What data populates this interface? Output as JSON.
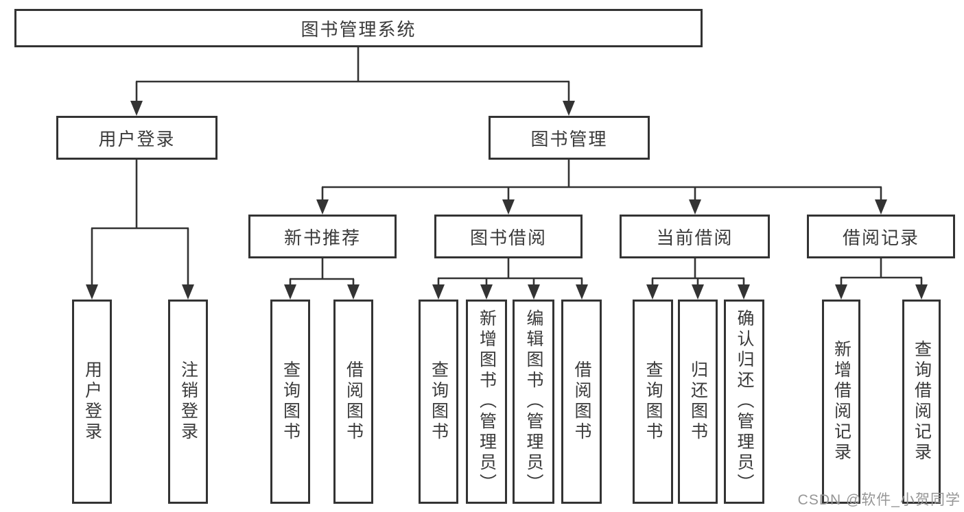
{
  "diagram": {
    "root": {
      "label": "图书管理系统"
    },
    "branches": [
      {
        "label": "用户登录",
        "children": [
          {
            "label": "用户登录"
          },
          {
            "label": "注销登录"
          }
        ]
      },
      {
        "label": "图书管理",
        "children": [
          {
            "label": "新书推荐",
            "children": [
              {
                "label": "查询图书"
              },
              {
                "label": "借阅图书"
              }
            ]
          },
          {
            "label": "图书借阅",
            "children": [
              {
                "label": "查询图书"
              },
              {
                "label": "新增图书（管理员）"
              },
              {
                "label": "编辑图书（管理员）"
              },
              {
                "label": "借阅图书"
              }
            ]
          },
          {
            "label": "当前借阅",
            "children": [
              {
                "label": "查询图书"
              },
              {
                "label": "归还图书"
              },
              {
                "label": "确认归还（管理员）"
              }
            ]
          },
          {
            "label": "借阅记录",
            "children": [
              {
                "label": "新增借阅记录"
              },
              {
                "label": "查询借阅记录"
              }
            ]
          }
        ]
      }
    ]
  },
  "watermark": {
    "text": "CSDN @软件_小贺同学"
  },
  "colors": {
    "line": "#333333",
    "text": "#3a3a3a",
    "watermark": "#969696",
    "background": "#ffffff"
  }
}
